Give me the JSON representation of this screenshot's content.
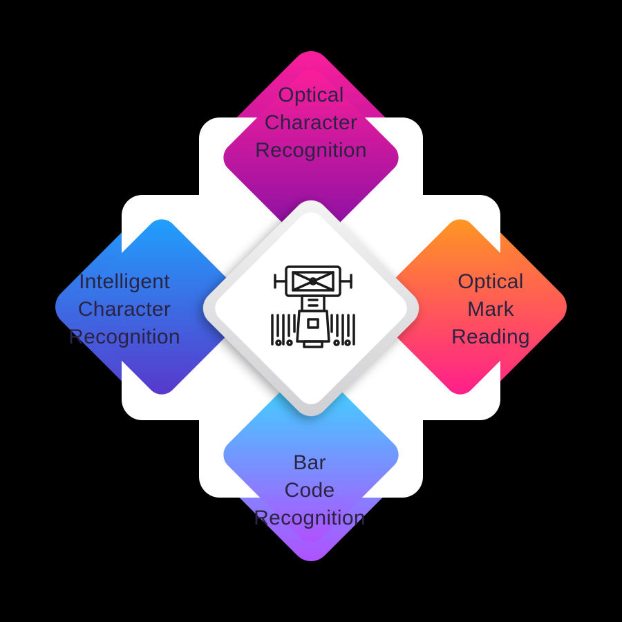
{
  "diagram": {
    "center": {
      "icon": "ocr-scanner-icon"
    },
    "segments": {
      "top": {
        "lines": [
          "Optical",
          "Character",
          "Recognition"
        ],
        "gradient": [
          "#ff1f9a",
          "#7d0fa5"
        ]
      },
      "left": {
        "lines": [
          "Intelligent",
          "Character",
          "Recognition"
        ],
        "gradient": [
          "#1ea3ff",
          "#5a35c9"
        ]
      },
      "right": {
        "lines": [
          "Optical",
          "Mark",
          "Reading"
        ],
        "gradient": [
          "#ff9a1f",
          "#ff1a8f"
        ]
      },
      "bottom": {
        "lines": [
          "Bar",
          "Code",
          "Recognition"
        ],
        "gradient": [
          "#2ee6ff",
          "#b44cff"
        ]
      }
    }
  }
}
